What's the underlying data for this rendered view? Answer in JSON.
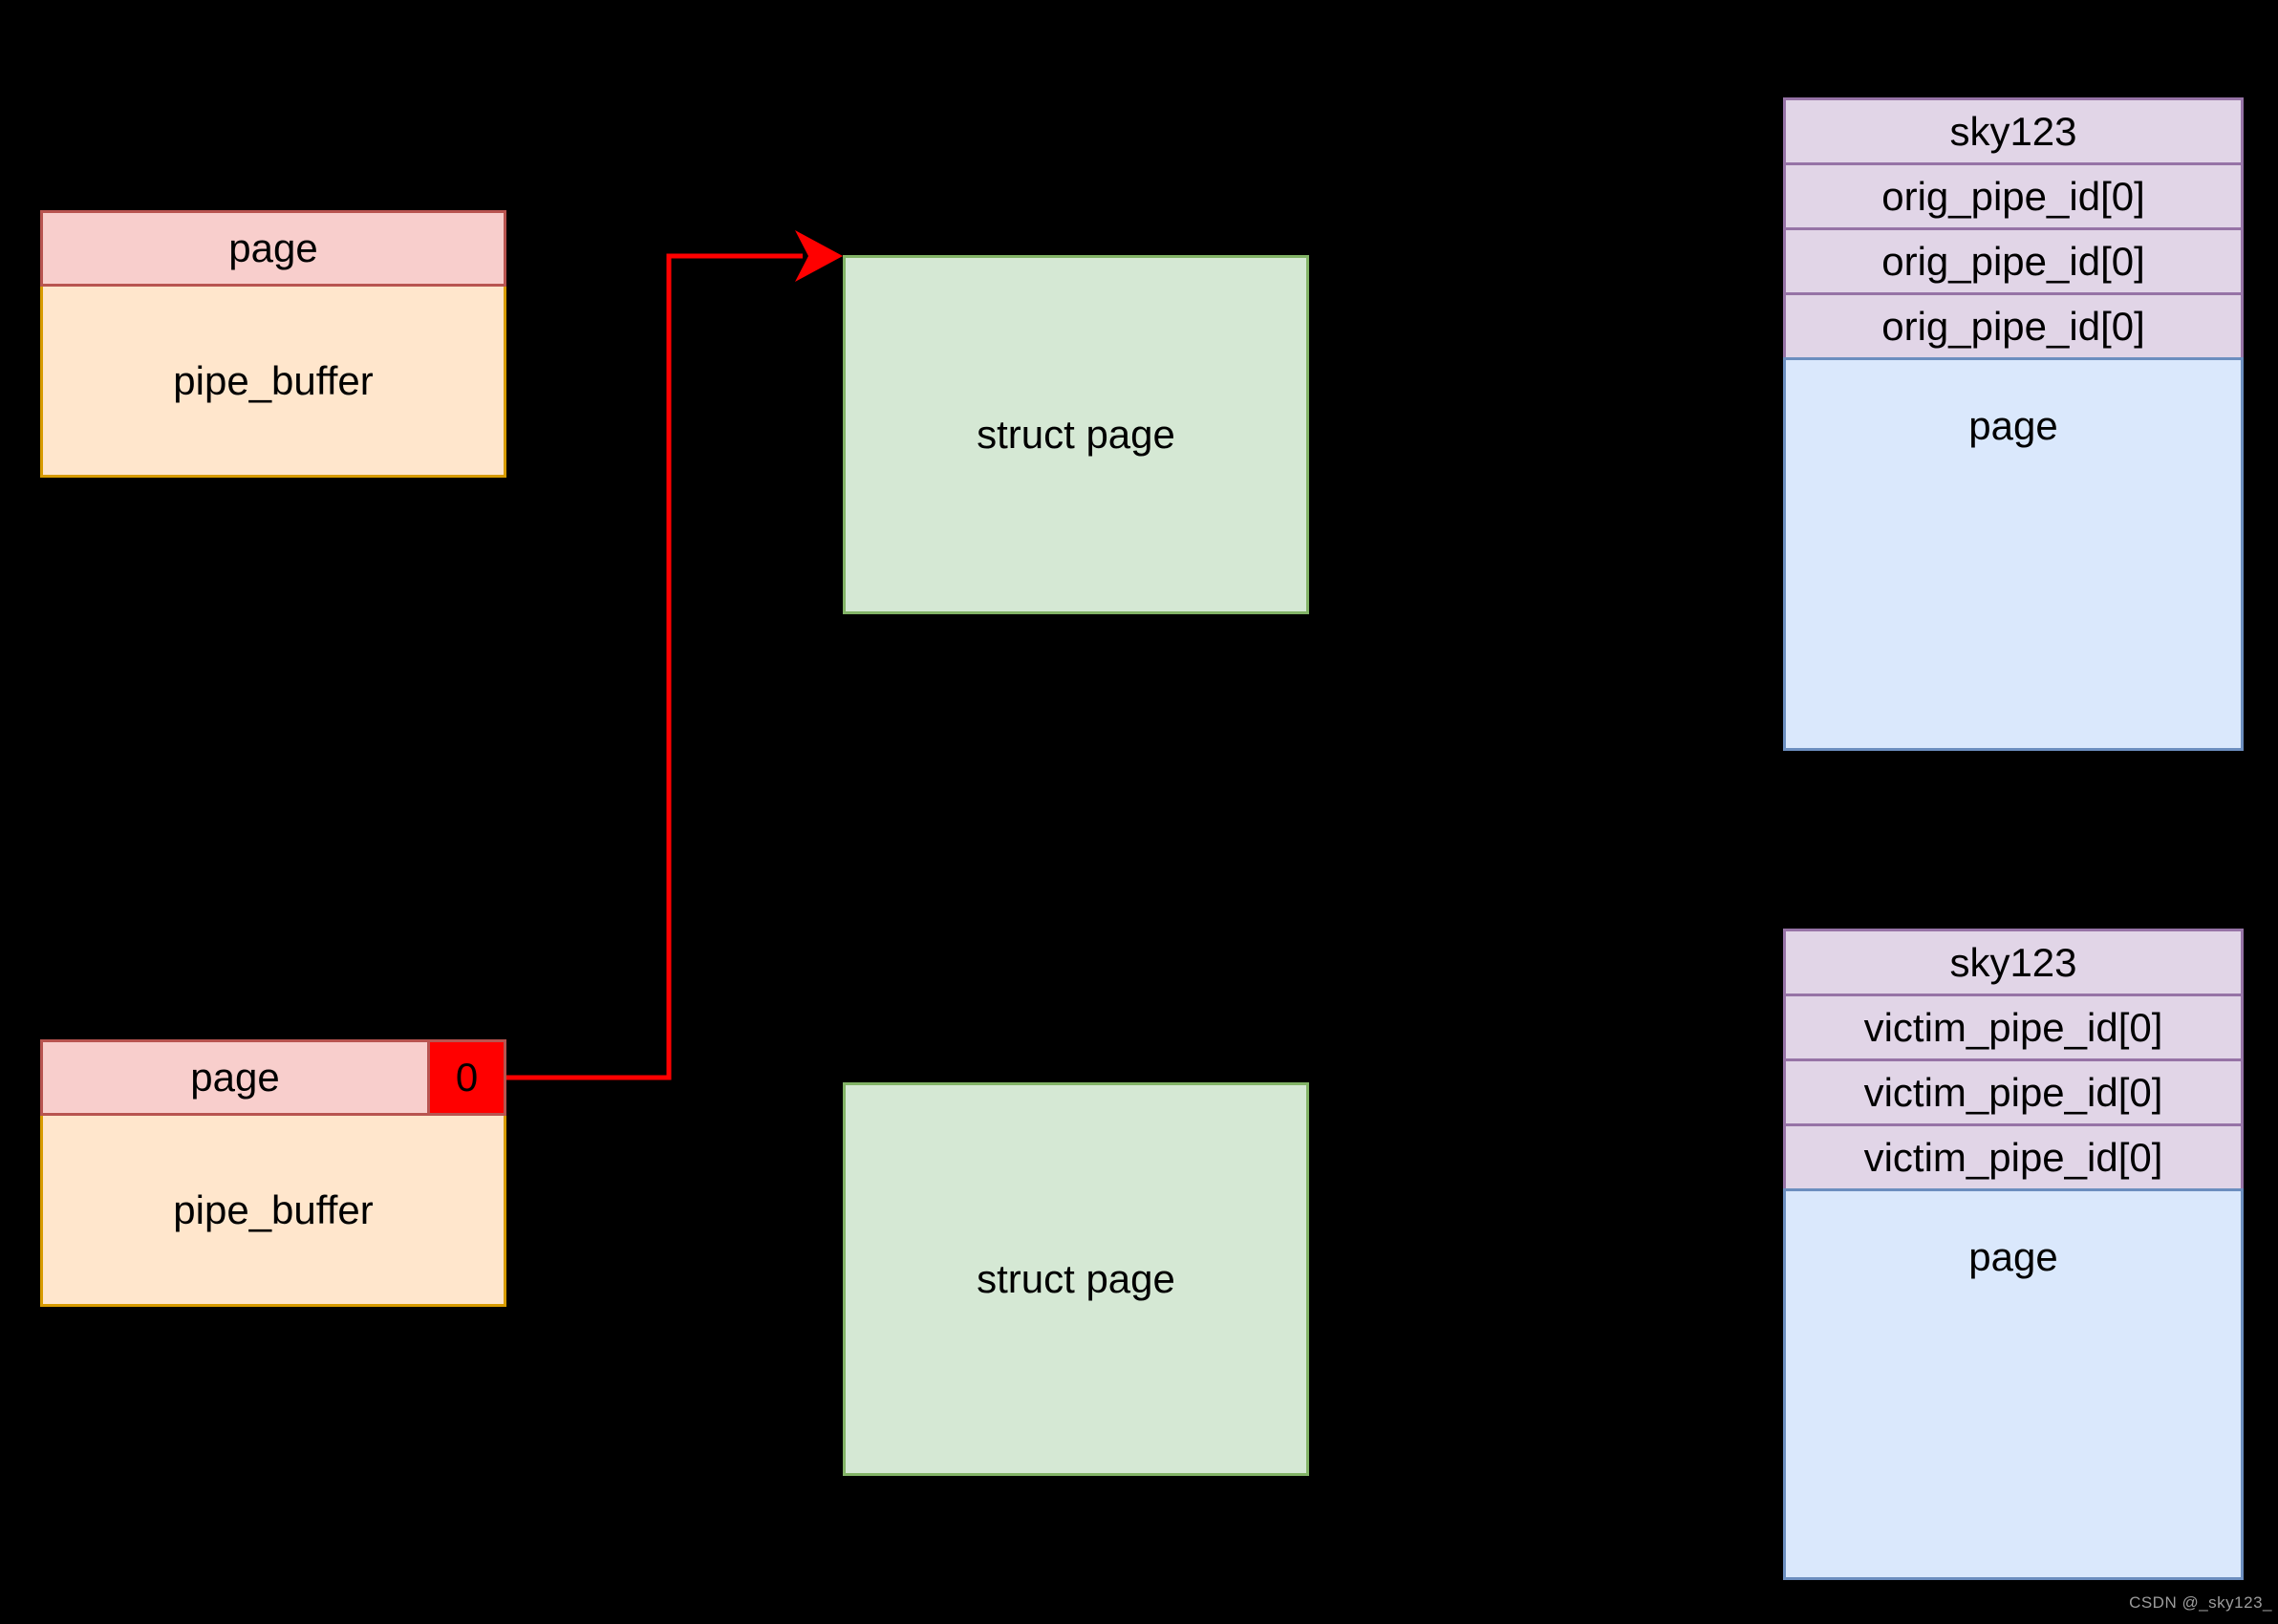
{
  "left_boxes": {
    "top": {
      "header": "page",
      "body": "pipe_buffer"
    },
    "bottom": {
      "header": "page",
      "flag": "0",
      "body": "pipe_buffer"
    }
  },
  "struct_pages": [
    {
      "label": "struct page"
    },
    {
      "label": "struct page"
    }
  ],
  "stacks": [
    {
      "title": "sky123",
      "rows": [
        "orig_pipe_id[0]",
        "orig_pipe_id[0]",
        "orig_pipe_id[0]"
      ],
      "page_label": "page"
    },
    {
      "title": "sky123",
      "rows": [
        "victim_pipe_id[0]",
        "victim_pipe_id[0]",
        "victim_pipe_id[0]"
      ],
      "page_label": "page"
    }
  ],
  "watermark": {
    "text": "CSDN @_sky123_"
  },
  "colors": {
    "background": "#000000",
    "pink_fill": "#f8cecc",
    "pink_border": "#b85450",
    "peach_fill": "#ffe6cc",
    "peach_border": "#d79b00",
    "green_fill": "#d5e8d4",
    "green_border": "#82b366",
    "purple_fill": "#e1d5e7",
    "purple_border": "#9673a6",
    "blue_fill": "#dae8fc",
    "blue_border": "#6c8ebf",
    "arrow_red": "#ff0000",
    "flag_red": "#ff0000",
    "watermark_gray": "#9c9c9c"
  }
}
